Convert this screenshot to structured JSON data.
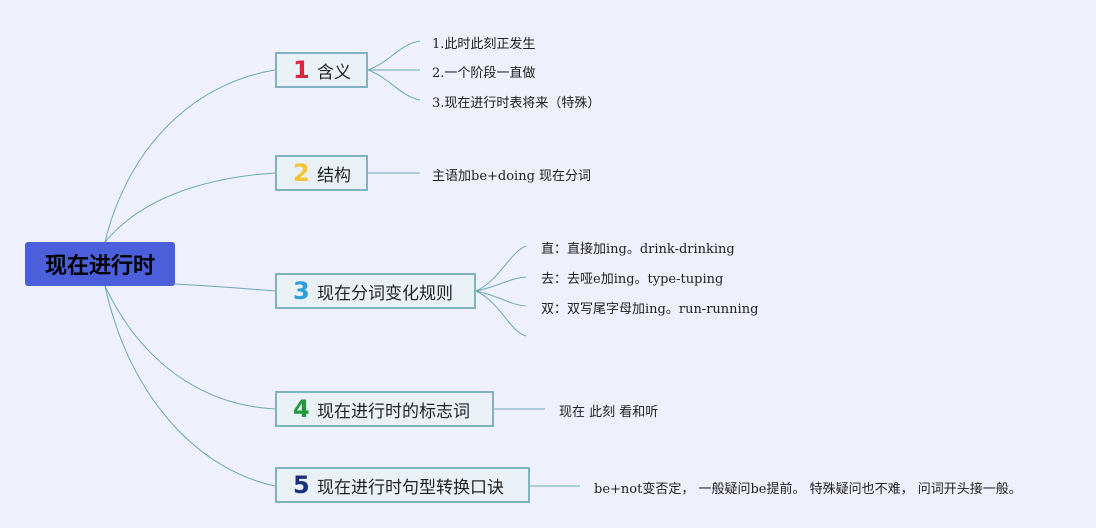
{
  "root": {
    "label": "现在进行时"
  },
  "branches": [
    {
      "number": "1",
      "number_color": "#d7263d",
      "label": "含义",
      "leaves": [
        "1.此时此刻正发生",
        "2.一个阶段一直做",
        "3.现在进行时表将来（特殊）"
      ]
    },
    {
      "number": "2",
      "number_color": "#f2c430",
      "label": "结构",
      "leaves": [
        "主语加be+doing 现在分词"
      ]
    },
    {
      "number": "3",
      "number_color": "#2a9fd8",
      "label": "现在分词变化规则",
      "leaves": [
        "直：直接加ing。drink-drinking",
        "去：去哑e加ing。type-tuping",
        "双：双写尾字母加ing。run-running"
      ]
    },
    {
      "number": "4",
      "number_color": "#1f9a3a",
      "label": "现在进行时的标志词",
      "leaves": [
        "现在 此刻 看和听"
      ]
    },
    {
      "number": "5",
      "number_color": "#1e2f7a",
      "label": "现在进行时句型转换口诀",
      "leaves": [
        "be+not变否定， 一般疑问be提前。 特殊疑问也不难， 问词开头接一般。"
      ]
    }
  ],
  "colors": {
    "line": "#6fa9b4",
    "root_bg": "#4a5fd9",
    "background": "#eef0fb"
  }
}
